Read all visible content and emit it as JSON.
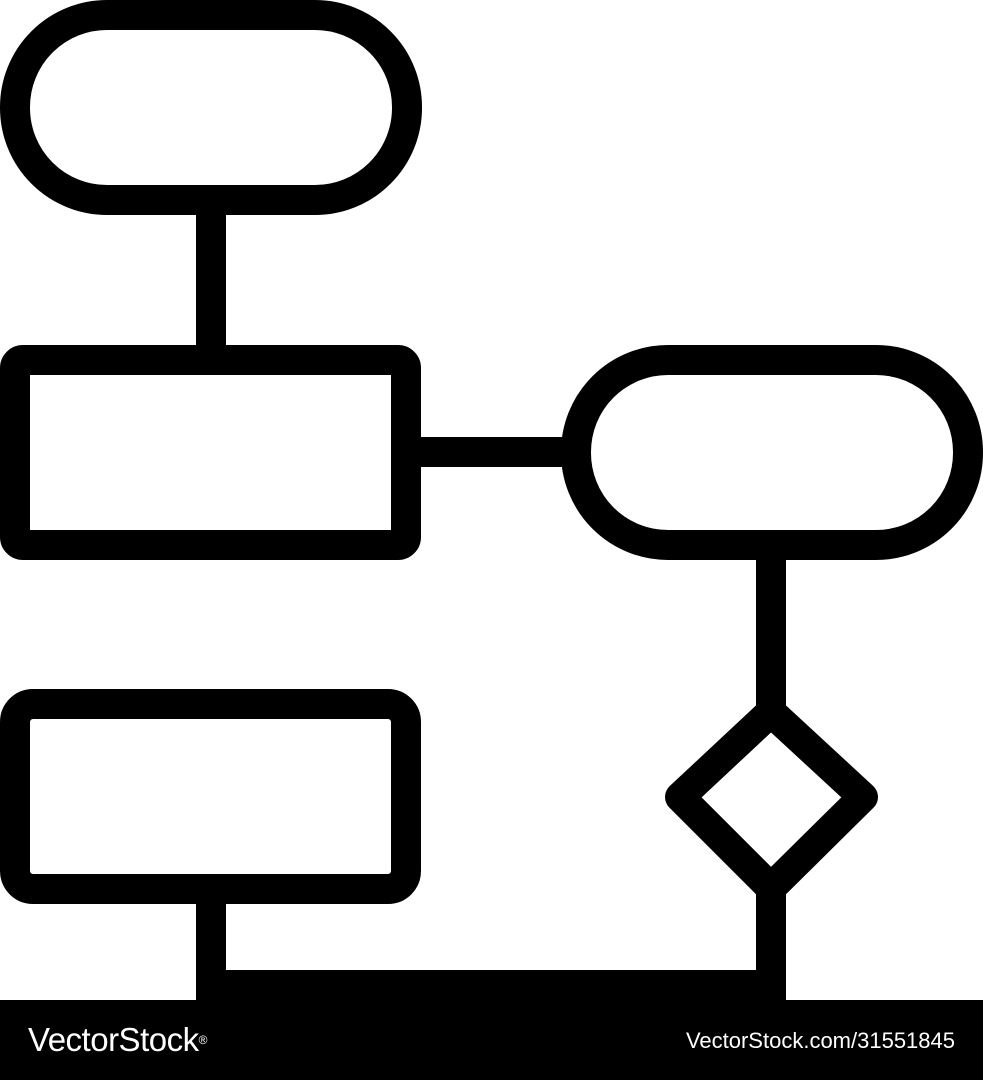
{
  "diagram": {
    "kind": "flowchart-icon",
    "stroke_color": "#000000",
    "fill_color": "#ffffff",
    "nodes": [
      {
        "id": "start",
        "shape": "terminator"
      },
      {
        "id": "process-1",
        "shape": "process"
      },
      {
        "id": "end",
        "shape": "terminator"
      },
      {
        "id": "decision",
        "shape": "decision"
      },
      {
        "id": "process-2",
        "shape": "process"
      }
    ],
    "edges": [
      {
        "from": "start",
        "to": "process-1"
      },
      {
        "from": "process-1",
        "to": "end"
      },
      {
        "from": "end",
        "to": "decision"
      },
      {
        "from": "decision",
        "to": "process-2"
      }
    ]
  },
  "watermark": {
    "logo_text": "VectorStock",
    "logo_mark": "®",
    "id_text": "VectorStock.com/31551845",
    "bar_color": "#000000",
    "text_color": "#ffffff"
  }
}
